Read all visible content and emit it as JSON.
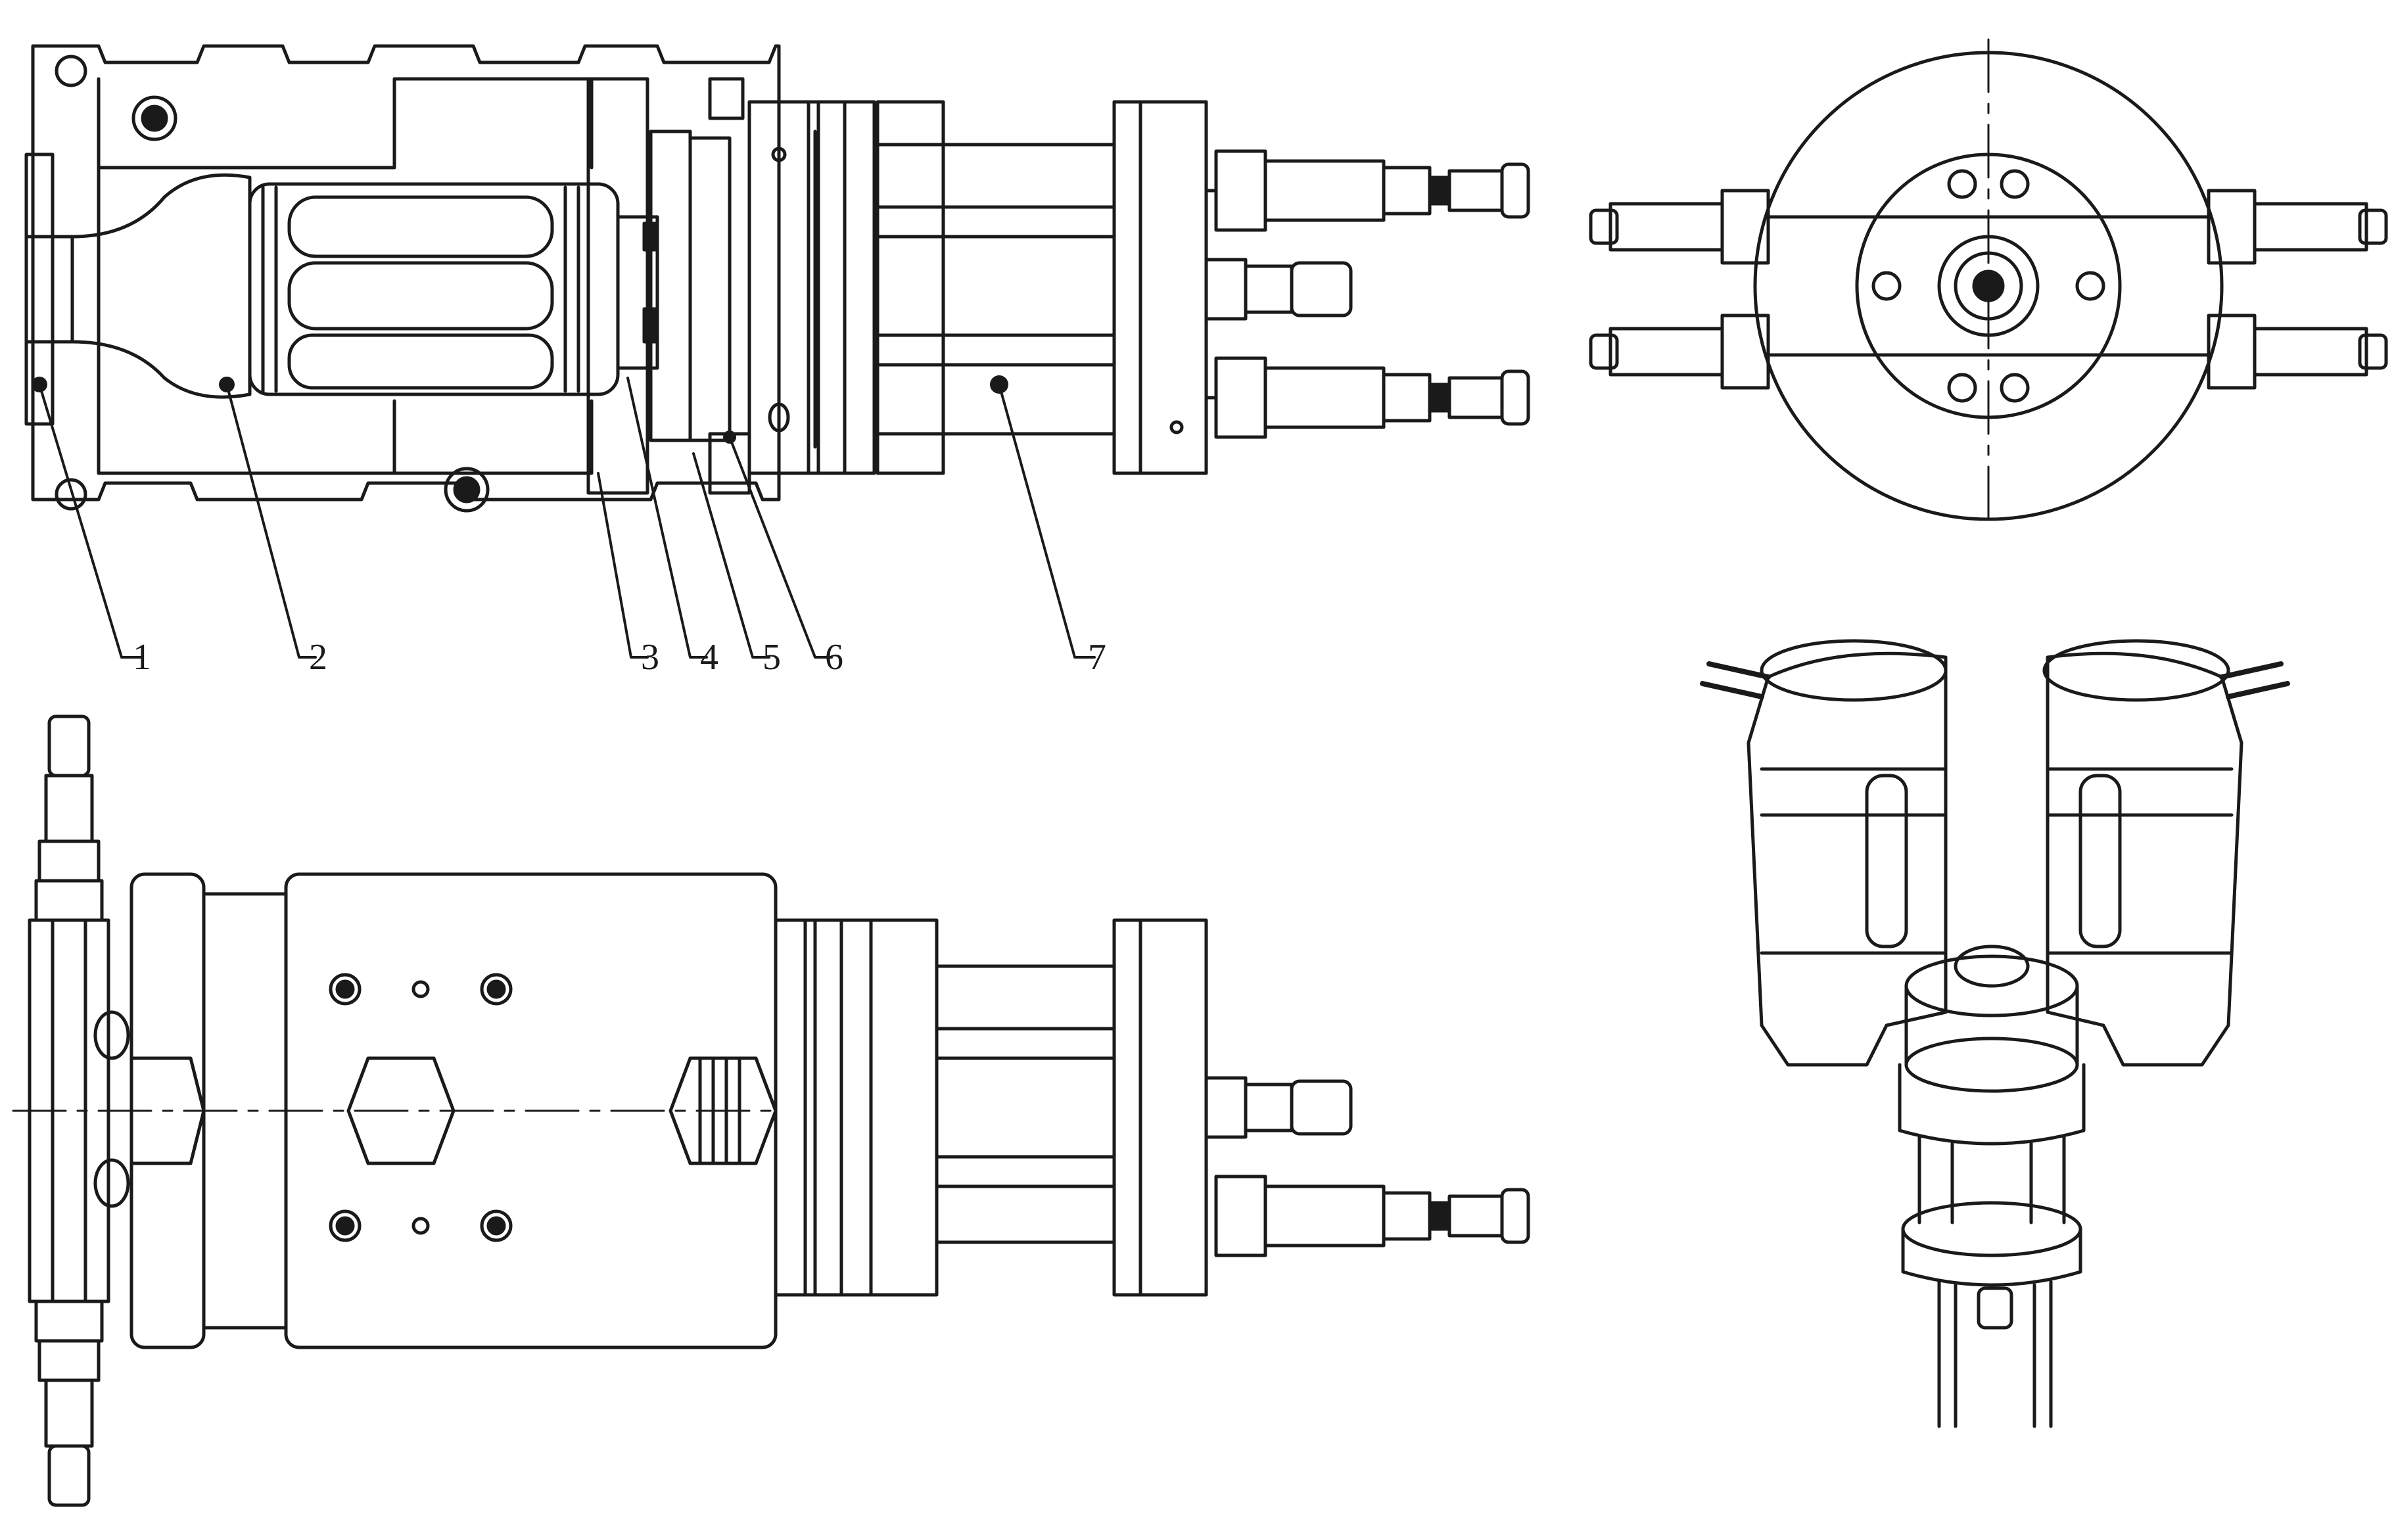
{
  "callouts": [
    {
      "id": "1",
      "label": "1"
    },
    {
      "id": "2",
      "label": "2"
    },
    {
      "id": "3",
      "label": "3"
    },
    {
      "id": "4",
      "label": "4"
    },
    {
      "id": "5",
      "label": "5"
    },
    {
      "id": "6",
      "label": "6"
    },
    {
      "id": "7",
      "label": "7"
    }
  ],
  "colors": {
    "line": "#1a1a1a",
    "fill": "#ffffff",
    "shade": "#d9d9d9",
    "background": "#ffffff"
  }
}
